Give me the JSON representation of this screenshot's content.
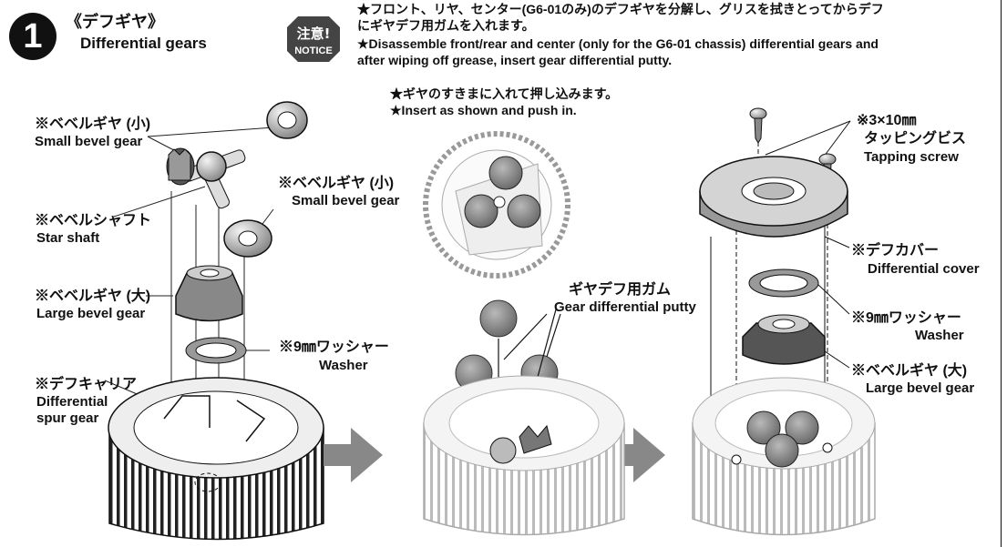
{
  "step": {
    "number": "1",
    "title_jp": "《デフギヤ》",
    "title_en": "Differential gears"
  },
  "notice": {
    "badge_jp": "注意!",
    "badge_en": "NOTICE",
    "line1_jp": "★フロント、リヤ、センター(G6-01のみ)のデフギヤを分解し、グリスを拭きとってからデフ",
    "line2_jp": "にギヤデフ用ガムを入れます。",
    "line1_en": "★Disassemble front/rear and center (only for the G6-01 chassis) differential gears and",
    "line2_en": "after wiping off grease, insert gear differential putty."
  },
  "insert": {
    "jp": "★ギヤのすきまに入れて押し込みます。",
    "en": "★Insert as shown and push in."
  },
  "left": {
    "small_bevel_jp": "※ベベルギヤ (小)",
    "small_bevel_en": "Small bevel gear",
    "star_shaft_jp": "※ベベルシャフト",
    "star_shaft_en": "Star shaft",
    "small_bevel2_jp": "※ベベルギヤ (小)",
    "small_bevel2_en": "Small bevel gear",
    "large_bevel_jp": "※ベベルギヤ (大)",
    "large_bevel_en": "Large bevel gear",
    "washer_jp": "※9㎜ワッシャー",
    "washer_en": "Washer",
    "carrier_jp": "※デフキャリア",
    "carrier_en1": "Differential",
    "carrier_en2": "spur gear"
  },
  "middle": {
    "putty_jp": "ギヤデフ用ガム",
    "putty_en": "Gear differential putty"
  },
  "right": {
    "screw_jp1": "※3×10㎜",
    "screw_jp2": "タッピングビス",
    "screw_en": "Tapping screw",
    "cover_jp": "※デフカバー",
    "cover_en": "Differential cover",
    "washer_jp": "※9㎜ワッシャー",
    "washer_en": "Washer",
    "large_bevel_jp": "※ベベルギヤ (大)",
    "large_bevel_en": "Large bevel gear"
  }
}
